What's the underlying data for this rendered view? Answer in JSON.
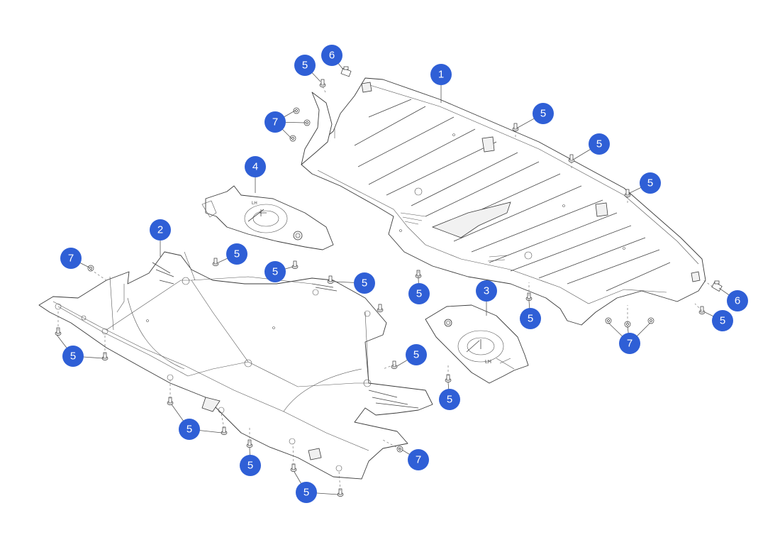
{
  "callouts": {
    "c1": {
      "label": "1"
    },
    "c2": {
      "label": "2"
    },
    "c3": {
      "label": "3"
    },
    "c4": {
      "label": "4"
    },
    "c5a": {
      "label": "5"
    },
    "c5b": {
      "label": "5"
    },
    "c5c": {
      "label": "5"
    },
    "c5d": {
      "label": "5"
    },
    "c5e": {
      "label": "5"
    },
    "c5f": {
      "label": "5"
    },
    "c5g": {
      "label": "5"
    },
    "c5h": {
      "label": "5"
    },
    "c5i": {
      "label": "5"
    },
    "c5j": {
      "label": "5"
    },
    "c5k": {
      "label": "5"
    },
    "c5l": {
      "label": "5"
    },
    "c5m": {
      "label": "5"
    },
    "c5n": {
      "label": "5"
    },
    "c5o": {
      "label": "5"
    },
    "c5p": {
      "label": "5"
    },
    "c6a": {
      "label": "6"
    },
    "c6b": {
      "label": "6"
    },
    "c7a": {
      "label": "7"
    },
    "c7b": {
      "label": "7"
    },
    "c7c": {
      "label": "7"
    },
    "c7d": {
      "label": "7"
    }
  },
  "colors": {
    "callout_fill": "#2f5fd6",
    "callout_text": "#ffffff",
    "line_art": "#3a3a3a"
  }
}
